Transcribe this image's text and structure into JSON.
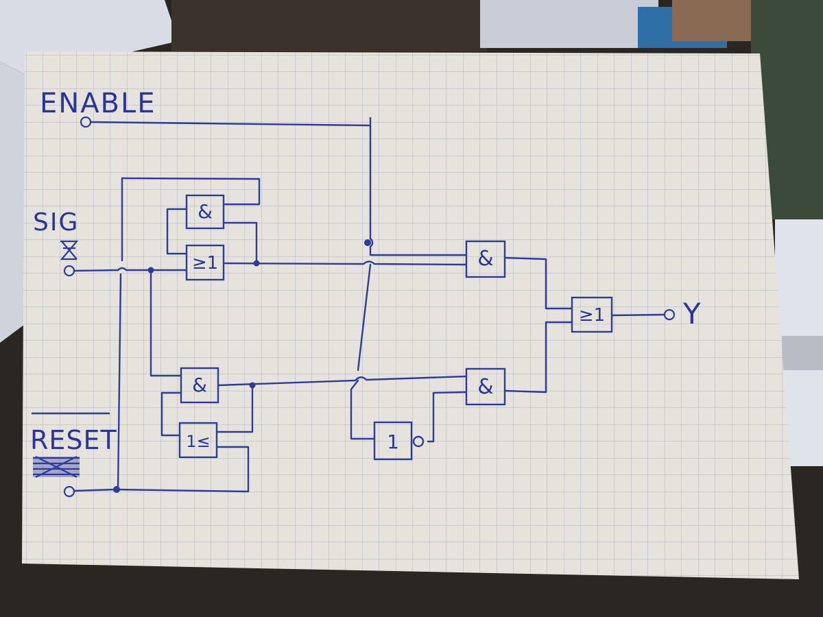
{
  "colors": {
    "ink": "#2e3a9c",
    "paper": "#e6e3dc",
    "grid": "#9aa7b8",
    "desk": "#2a2622"
  },
  "diagram": {
    "labels": {
      "enable": "ENABLE",
      "sig": "SIG",
      "reset": "RESET",
      "output": "Y"
    },
    "gates": {
      "latch1_and": "&",
      "latch1_or": "≥1",
      "latch2_and": "&",
      "latch2_or": "1≤",
      "out_and_top": "&",
      "out_and_bottom": "&",
      "inverter": "1",
      "out_or": "≥1"
    }
  }
}
